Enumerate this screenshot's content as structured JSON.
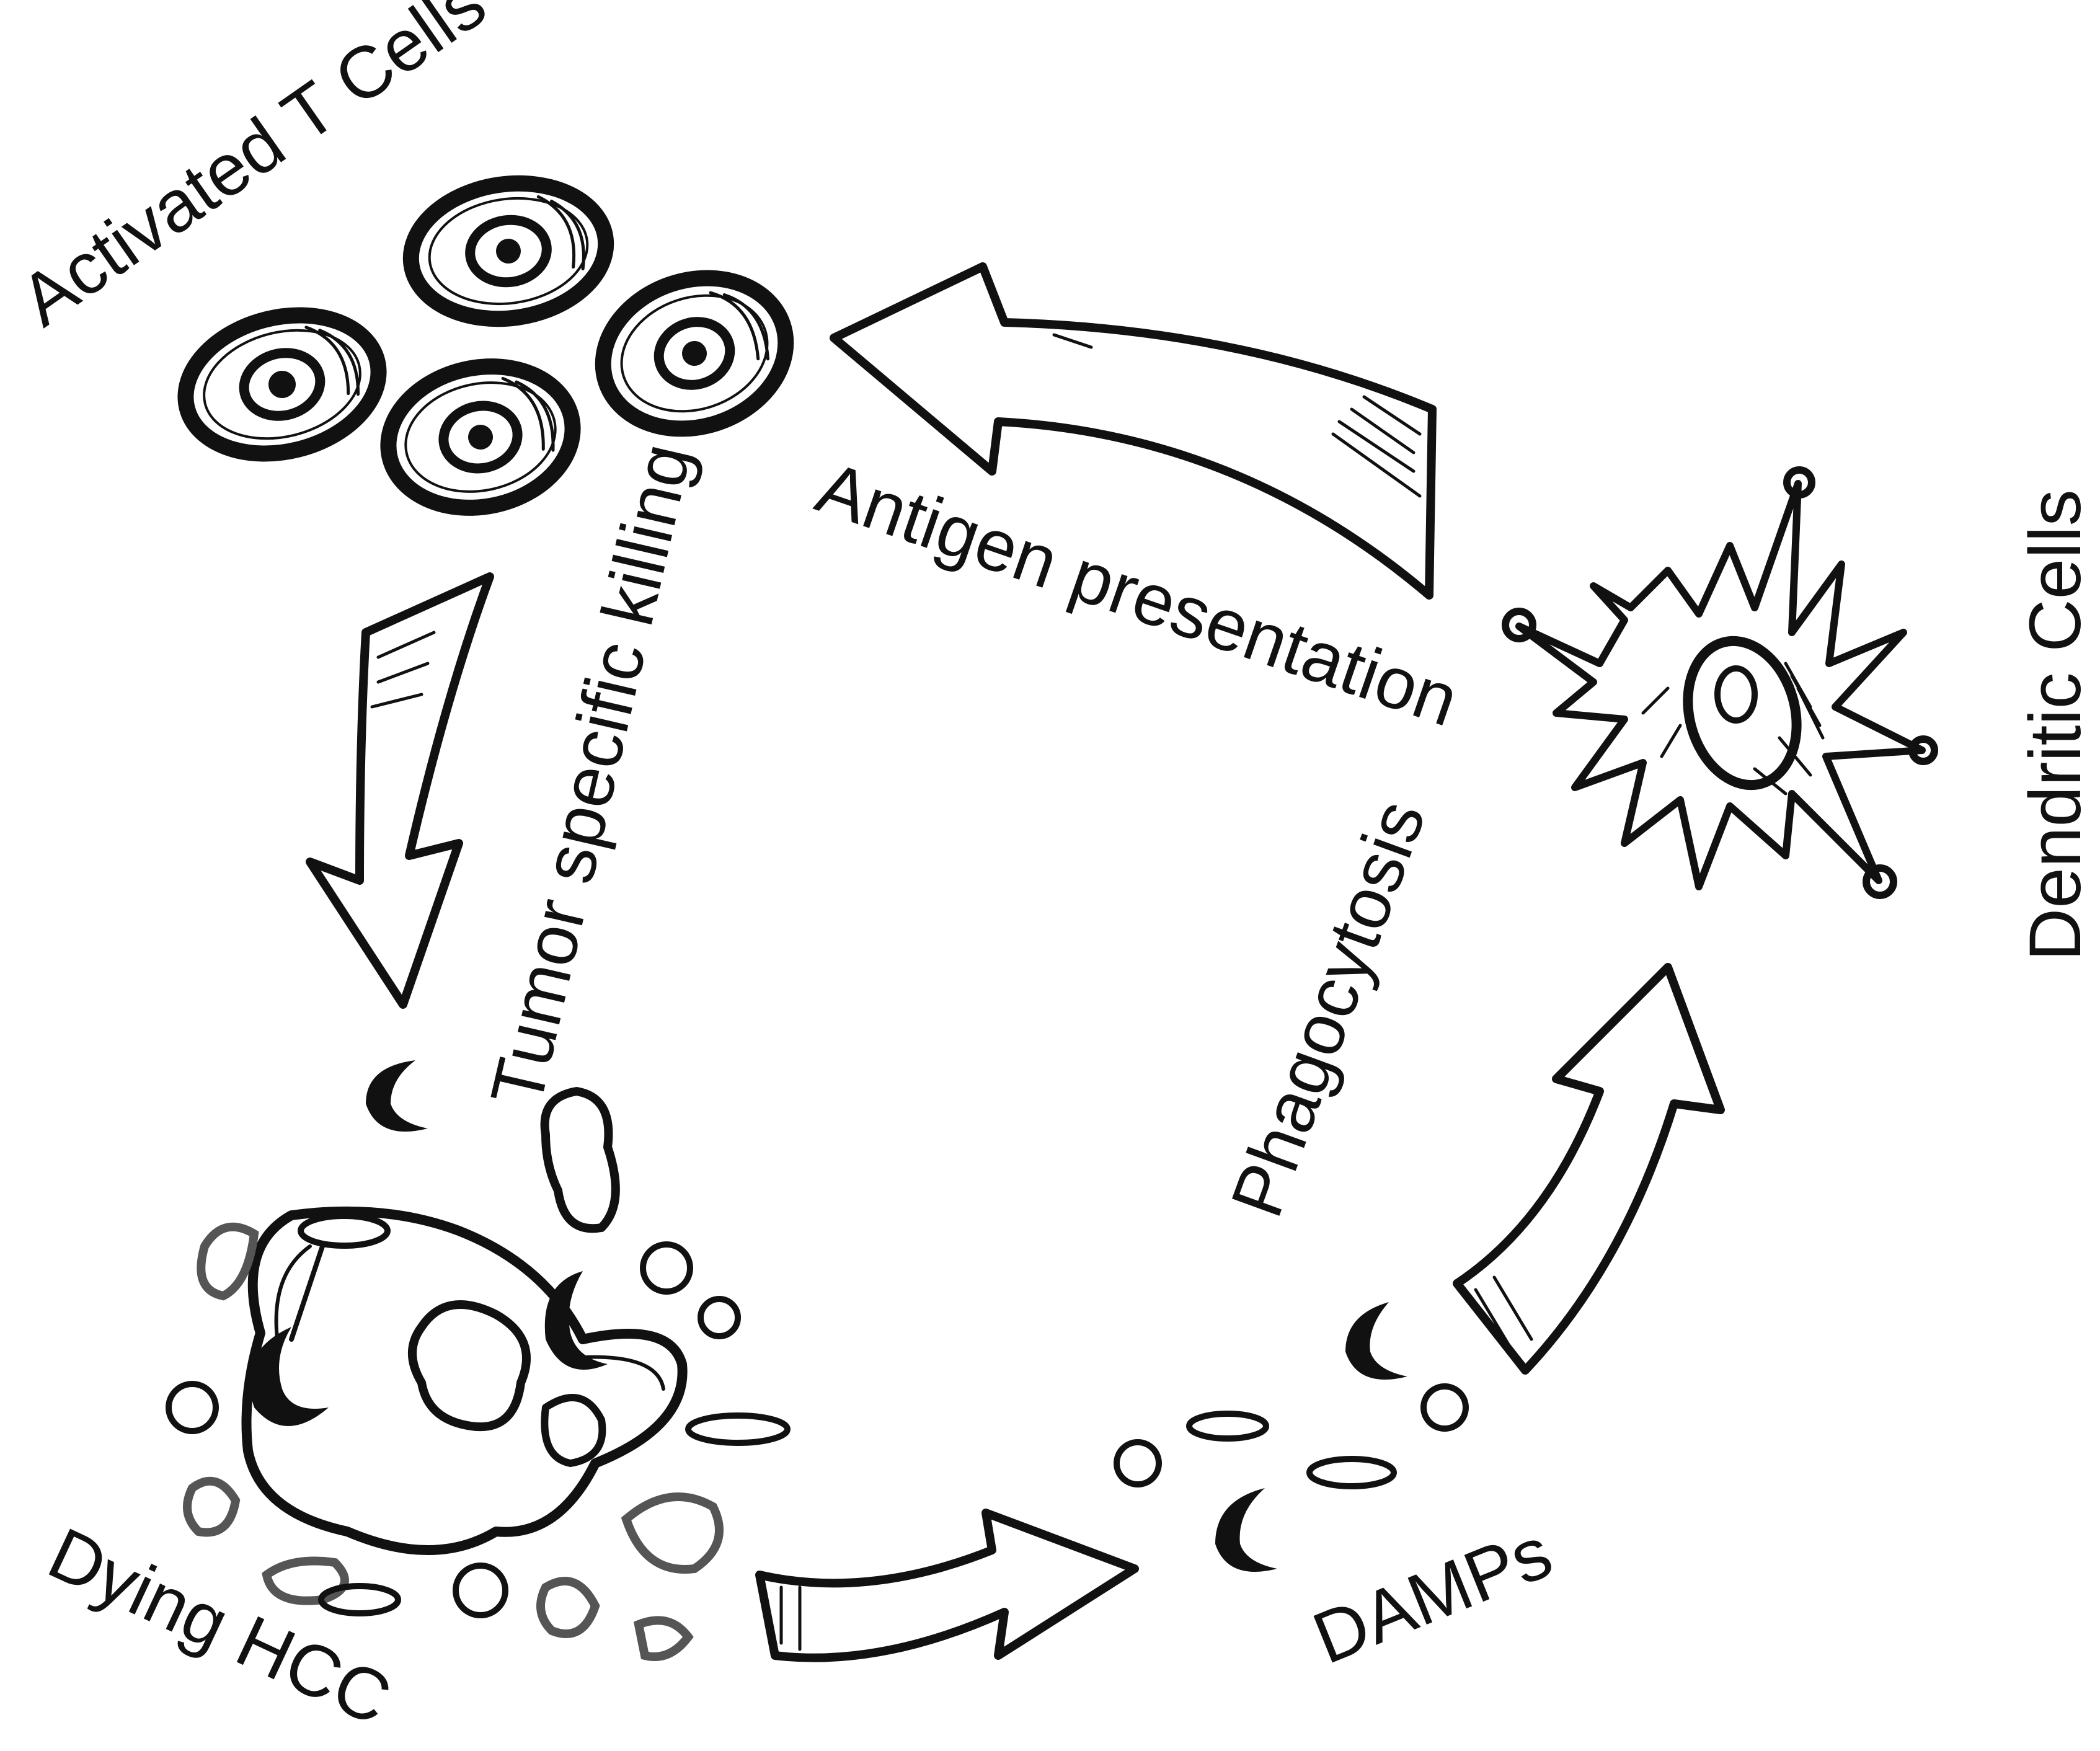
{
  "labels": {
    "activated_t_cells": "Activated T Cells",
    "antigen_presentation": "Antigen presentation",
    "dendritic_cells": "Dendritic Cells",
    "tumor_specific_killing": "Tumor specific killing",
    "phagocytosis": "Phagocytosis",
    "dying_hcc": "Dying HCC",
    "damps": "DAMPs"
  },
  "colors": {
    "ink": "#111111",
    "background": "#ffffff",
    "grey_ink": "#555555"
  }
}
